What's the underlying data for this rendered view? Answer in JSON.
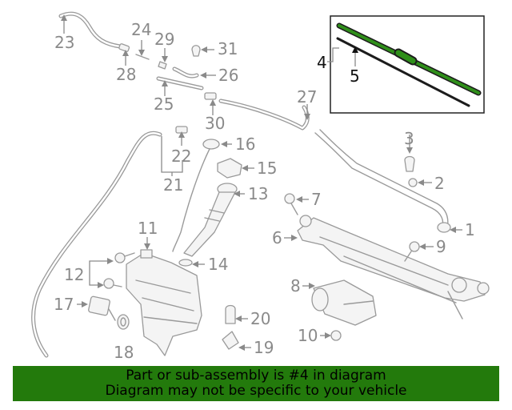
{
  "callouts": {
    "c1": "1",
    "c2": "2",
    "c3": "3",
    "c4": "4",
    "c5": "5",
    "c6": "6",
    "c7": "7",
    "c8": "8",
    "c9": "9",
    "c10": "10",
    "c11": "11",
    "c12": "12",
    "c13": "13",
    "c14": "14",
    "c15": "15",
    "c16": "16",
    "c17": "17",
    "c18": "18",
    "c19": "19",
    "c20": "20",
    "c21": "21",
    "c22": "22",
    "c23": "23",
    "c24": "24",
    "c25": "25",
    "c26": "26",
    "c27": "27",
    "c28": "28",
    "c29": "29",
    "c30": "30",
    "c31": "31"
  },
  "highlight": {
    "part_number": "4",
    "color": "#237a0c"
  },
  "banner": {
    "line1": "Part or sub-assembly is #4 in diagram",
    "line2": "Diagram may not be specific to your vehicle",
    "background": "#237a0c"
  }
}
